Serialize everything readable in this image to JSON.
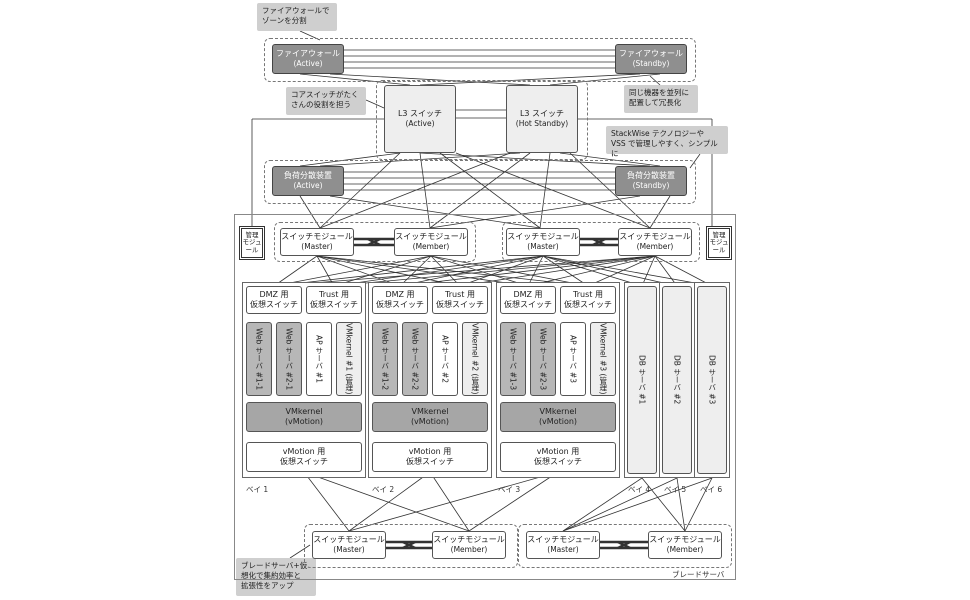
{
  "callouts": {
    "firewall_zone": "ファイアウォールで\nゾーンを分割",
    "core_switch": "コアスイッチがたく\nさんの役割を担う",
    "redundancy": "同じ機器を並列に\n配置して冗長化",
    "stackwise": "StackWise テクノロジーや\nVSS で管理しやすく、シンプルに",
    "blade": "ブレードサーバ+仮\n想化で集約効率と\n拡張性をアップ"
  },
  "firewall": {
    "active_name": "ファイアウォール",
    "active_state": "(Active)",
    "standby_name": "ファイアウォール",
    "standby_state": "(Standby)"
  },
  "l3": {
    "active_name": "L3 スイッチ",
    "active_state": "(Active)",
    "standby_name": "L3 スイッチ",
    "standby_state": "(Hot Standby)"
  },
  "lb": {
    "active_name": "負荷分散装置",
    "active_state": "(Active)",
    "standby_name": "負荷分散装置",
    "standby_state": "(Standby)"
  },
  "mgmt_module": "管理\nモジュ\nール",
  "switch_module": {
    "name": "スイッチモジュール",
    "master": "(Master)",
    "member": "(Member)"
  },
  "bays": {
    "dmz_switch": "DMZ 用\n仮想スイッチ",
    "trust_switch": "Trust 用\n仮想スイッチ",
    "vmkernel": "VMkernel\n(vMotion)",
    "vmotion_switch": "vMotion 用\n仮想スイッチ",
    "vms": [
      [
        "Web サーバ #1-1",
        "Web サーバ #2-1",
        "AP サーバ #1",
        "VMkernel #1 (管理)"
      ],
      [
        "Web サーバ #1-2",
        "Web サーバ #2-2",
        "AP サーバ #2",
        "VMkernel #2 (管理)"
      ],
      [
        "Web サーバ #1-3",
        "Web サーバ #2-3",
        "AP サーバ #3",
        "VMkernel #3 (管理)"
      ]
    ],
    "db": [
      "DB サーバ #1",
      "DB サーバ #2",
      "DB サーバ #3"
    ],
    "labels": [
      "ベイ 1",
      "ベイ 2",
      "ベイ 3",
      "ベイ 4",
      "ベイ 5",
      "ベイ 6"
    ]
  },
  "blade_server_label": "ブレードサーバ"
}
